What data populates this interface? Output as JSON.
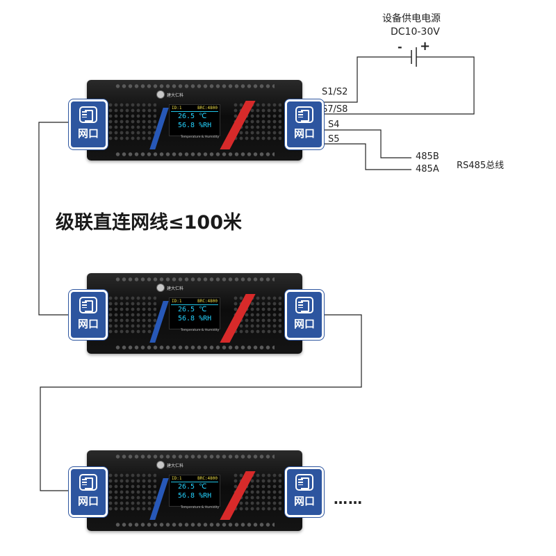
{
  "power": {
    "title": "设备供电电源",
    "voltage": "DC10-30V",
    "minus": "-",
    "plus": "+"
  },
  "terminals": {
    "s1s2": "S1/S2",
    "s7s8": "S7/S8",
    "s4": "S4",
    "s5": "S5",
    "b485": "485B",
    "a485": "485A",
    "bus": "RS485总线"
  },
  "cascade_label": "级联直连网线≤100米",
  "continuation": "……",
  "port_label": "网口",
  "device": {
    "brand": "建大仁科",
    "id_text": "ID:1",
    "baud_text": "BRC:4800",
    "temperature": "26.5 ℃",
    "humidity": "56.8 %RH",
    "caption": "Temperature & Humidity"
  },
  "colors": {
    "port_blue": "#2d559f",
    "screen_cyan": "#24d3ff",
    "screen_yellow": "#f0e04a",
    "accent_red": "#d72a2a",
    "wire": "#222222"
  },
  "icons": [
    "ethernet-port-icon",
    "battery-icon"
  ]
}
